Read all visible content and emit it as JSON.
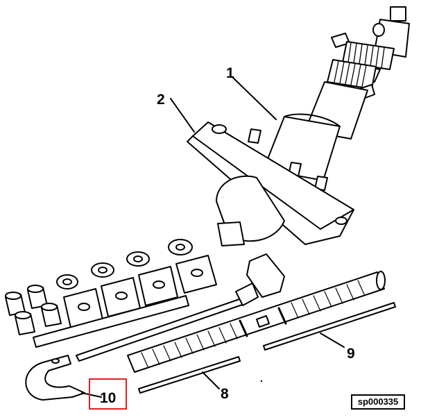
{
  "callouts": {
    "c1": "1",
    "c2": "2",
    "c8": "8",
    "c9": "9",
    "c10": "10"
  },
  "reference_code": "sp000335",
  "colors": {
    "line": "#000000",
    "background": "#ffffff",
    "highlight": "#e02020"
  }
}
